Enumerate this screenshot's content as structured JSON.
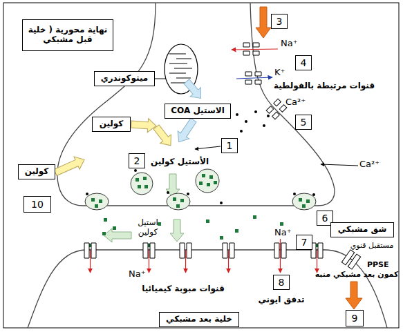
{
  "diagram": {
    "nodes": [
      {
        "text": [
          "نهاية محورية ( خلية قبل مشبكي"
        ]
      },
      {
        "text": [
          "ميتوكوندري"
        ]
      },
      {
        "text": [
          "الاستيل COA"
        ]
      },
      {
        "text": [
          "3"
        ]
      },
      {
        "text": [
          "4"
        ]
      },
      {
        "text": [
          "1"
        ]
      },
      {
        "text": [
          "5"
        ]
      },
      {
        "text": [
          "كولين"
        ]
      },
      {
        "text": [
          "2"
        ]
      },
      {
        "text": [
          "كولين"
        ]
      },
      {
        "text": [
          "10"
        ]
      },
      {
        "text": [
          "6"
        ]
      },
      {
        "text": [
          "شق مشبكي"
        ]
      },
      {
        "text": [
          "7"
        ]
      },
      {
        "text": [
          "8"
        ]
      },
      {
        "text": [
          "9"
        ]
      },
      {
        "text": [
          "خلية بعد مشبكي"
        ]
      }
    ],
    "labels": [
      "Na⁺",
      "K⁺",
      "قنوات مرتبطة بالفولطية",
      "Ca²⁺",
      "الأستيل كولين",
      "Ca²⁺",
      "استيل كولين",
      "Na⁺",
      "مستقبل قنوي",
      "PPSE",
      "كمون بعد مشبكي منبه",
      "Na⁺",
      "قنوات مبوبة كيميائيا",
      "تدفق ايوني"
    ]
  }
}
